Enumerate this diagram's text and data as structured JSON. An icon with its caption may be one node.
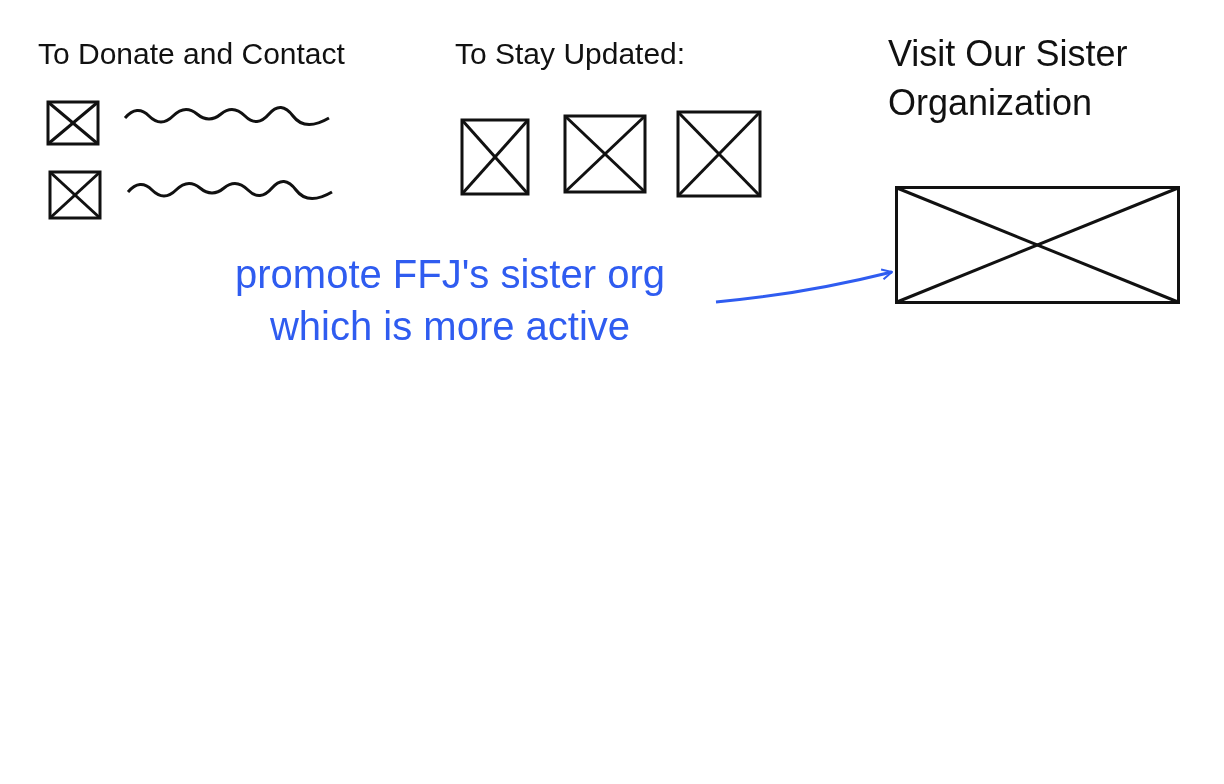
{
  "diagram": {
    "nodes": [
      {
        "text": [
          "promote FFJ's sister org which is more active"
        ]
      },
      {
        "text": [],
        "shape": "box"
      }
    ],
    "edges": [
      {
        "from": 0,
        "to": 1,
        "arrow": "to"
      }
    ],
    "labels": [
      "To Donate and Contact",
      "To Stay Updated:",
      "Visit Our Sister Organization"
    ]
  }
}
